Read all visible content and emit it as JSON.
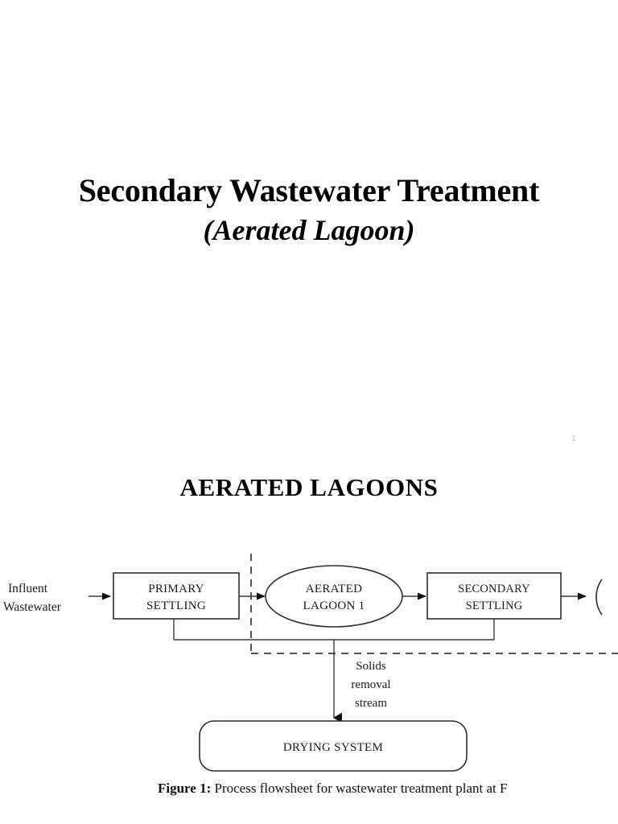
{
  "slide": {
    "title_line1": "Secondary Wastewater Treatment",
    "title_line2": "(Aerated Lagoon)",
    "page_number": "1",
    "section_heading": "AERATED LAGOONS"
  },
  "figure": {
    "caption_label": "Figure 1:",
    "caption_text": " Process flowsheet for wastewater treatment plant at F",
    "nodes": {
      "primary_settling_line1": "PRIMARY",
      "primary_settling_line2": "SETTLING",
      "aerated_lagoon_line1": "AERATED",
      "aerated_lagoon_line2": "LAGOON 1",
      "secondary_settling_line1": "SECONDARY",
      "secondary_settling_line2": "SETTLING",
      "drying_system": "DRYING SYSTEM"
    },
    "labels": {
      "influent_line1": "Influent",
      "influent_line2": "Wastewater",
      "solids_line1": "Solids",
      "solids_line2": "removal",
      "solids_line3": "stream"
    }
  },
  "colors": {
    "background": "#ffffff",
    "text": "#000000",
    "stroke": "#2e2e2e",
    "page_number": "#b8b8b8"
  }
}
